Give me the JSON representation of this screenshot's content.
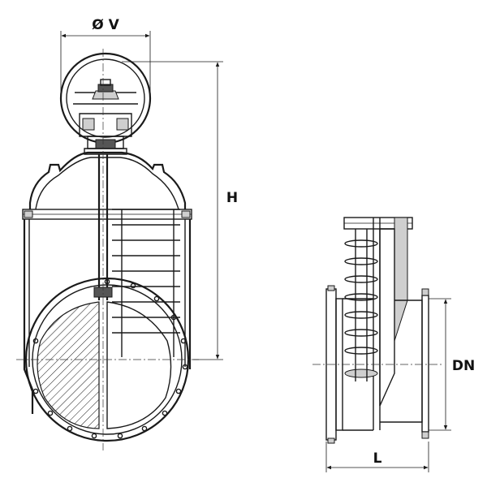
{
  "labels": {
    "diameter_v": "Ø V",
    "height": "H",
    "nominal_diameter": "DN",
    "length": "L"
  },
  "colors": {
    "line": "#1a1a1a",
    "fill_gray": "#cfcfcf",
    "background": "#ffffff"
  }
}
